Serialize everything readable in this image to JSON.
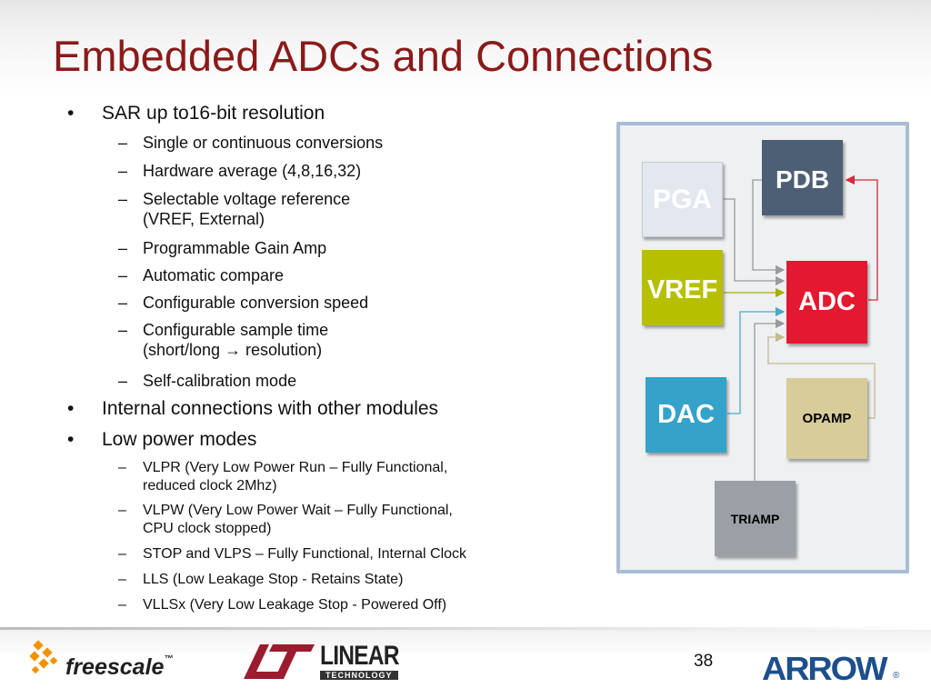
{
  "title": "Embedded ADCs and Connections",
  "bullets": [
    {
      "level": 1,
      "marker": "•",
      "lines": [
        "SAR up to16-bit resolution"
      ]
    },
    {
      "level": 2,
      "marker": "–",
      "lines": [
        "Single or continuous conversions"
      ]
    },
    {
      "level": 2,
      "marker": "–",
      "lines": [
        "Hardware average  (4,8,16,32)"
      ]
    },
    {
      "level": 2,
      "marker": "–",
      "lines": [
        "Selectable voltage reference",
        "(VREF, External)"
      ]
    },
    {
      "level": 2,
      "marker": "–",
      "lines": [
        "Programmable Gain Amp"
      ]
    },
    {
      "level": 2,
      "marker": "–",
      "lines": [
        "Automatic compare"
      ]
    },
    {
      "level": 2,
      "marker": "–",
      "lines": [
        "Configurable conversion speed"
      ]
    },
    {
      "level": 2,
      "marker": "–",
      "lines": [
        "Configurable sample time",
        "(short/long → resolution)"
      ]
    },
    {
      "level": 2,
      "marker": "–",
      "lines": [
        "Self-calibration mode"
      ]
    },
    {
      "level": 1,
      "marker": "•",
      "lines": [
        "Internal connections with other modules"
      ]
    },
    {
      "level": 1,
      "marker": "•",
      "lines": [
        "Low power modes"
      ]
    },
    {
      "level": 3,
      "marker": "–",
      "lines": [
        "VLPR (Very Low Power Run – Fully Functional,",
        "reduced clock 2Mhz)"
      ]
    },
    {
      "level": 3,
      "marker": "–",
      "lines": [
        " VLPW (Very Low Power Wait – Fully Functional,",
        "CPU clock stopped)"
      ]
    },
    {
      "level": 3,
      "marker": "–",
      "lines": [
        "STOP and VLPS – Fully Functional, Internal Clock"
      ]
    },
    {
      "level": 3,
      "marker": "–",
      "lines": [
        "LLS (Low Leakage Stop - Retains State)"
      ]
    },
    {
      "level": 3,
      "marker": "–",
      "lines": [
        "VLLSx (Very Low Leakage Stop - Powered  Off)"
      ]
    }
  ],
  "diagram": {
    "blocks": {
      "pdb": "PDB",
      "pga": "PGA",
      "vref": "VREF",
      "adc": "ADC",
      "dac": "DAC",
      "opamp": "OPAMP",
      "triamp": "TRIAMP"
    },
    "colors": {
      "pdb": "#4d5f75",
      "pga": "#e3e7f0",
      "vref": "#b7c000",
      "adc": "#e4182f",
      "dac": "#35a2c9",
      "opamp": "#d7cc9a",
      "triamp": "#9aa0a5",
      "adc_to_pdb_line": "#d42a3a"
    }
  },
  "footer": {
    "freescale": "freescale",
    "freescale_tm": "™",
    "linear": "LINEAR",
    "linear_sub": "TECHNOLOGY",
    "page_number": "38",
    "arrow": "ARROW",
    "arrow_reg": "®"
  }
}
